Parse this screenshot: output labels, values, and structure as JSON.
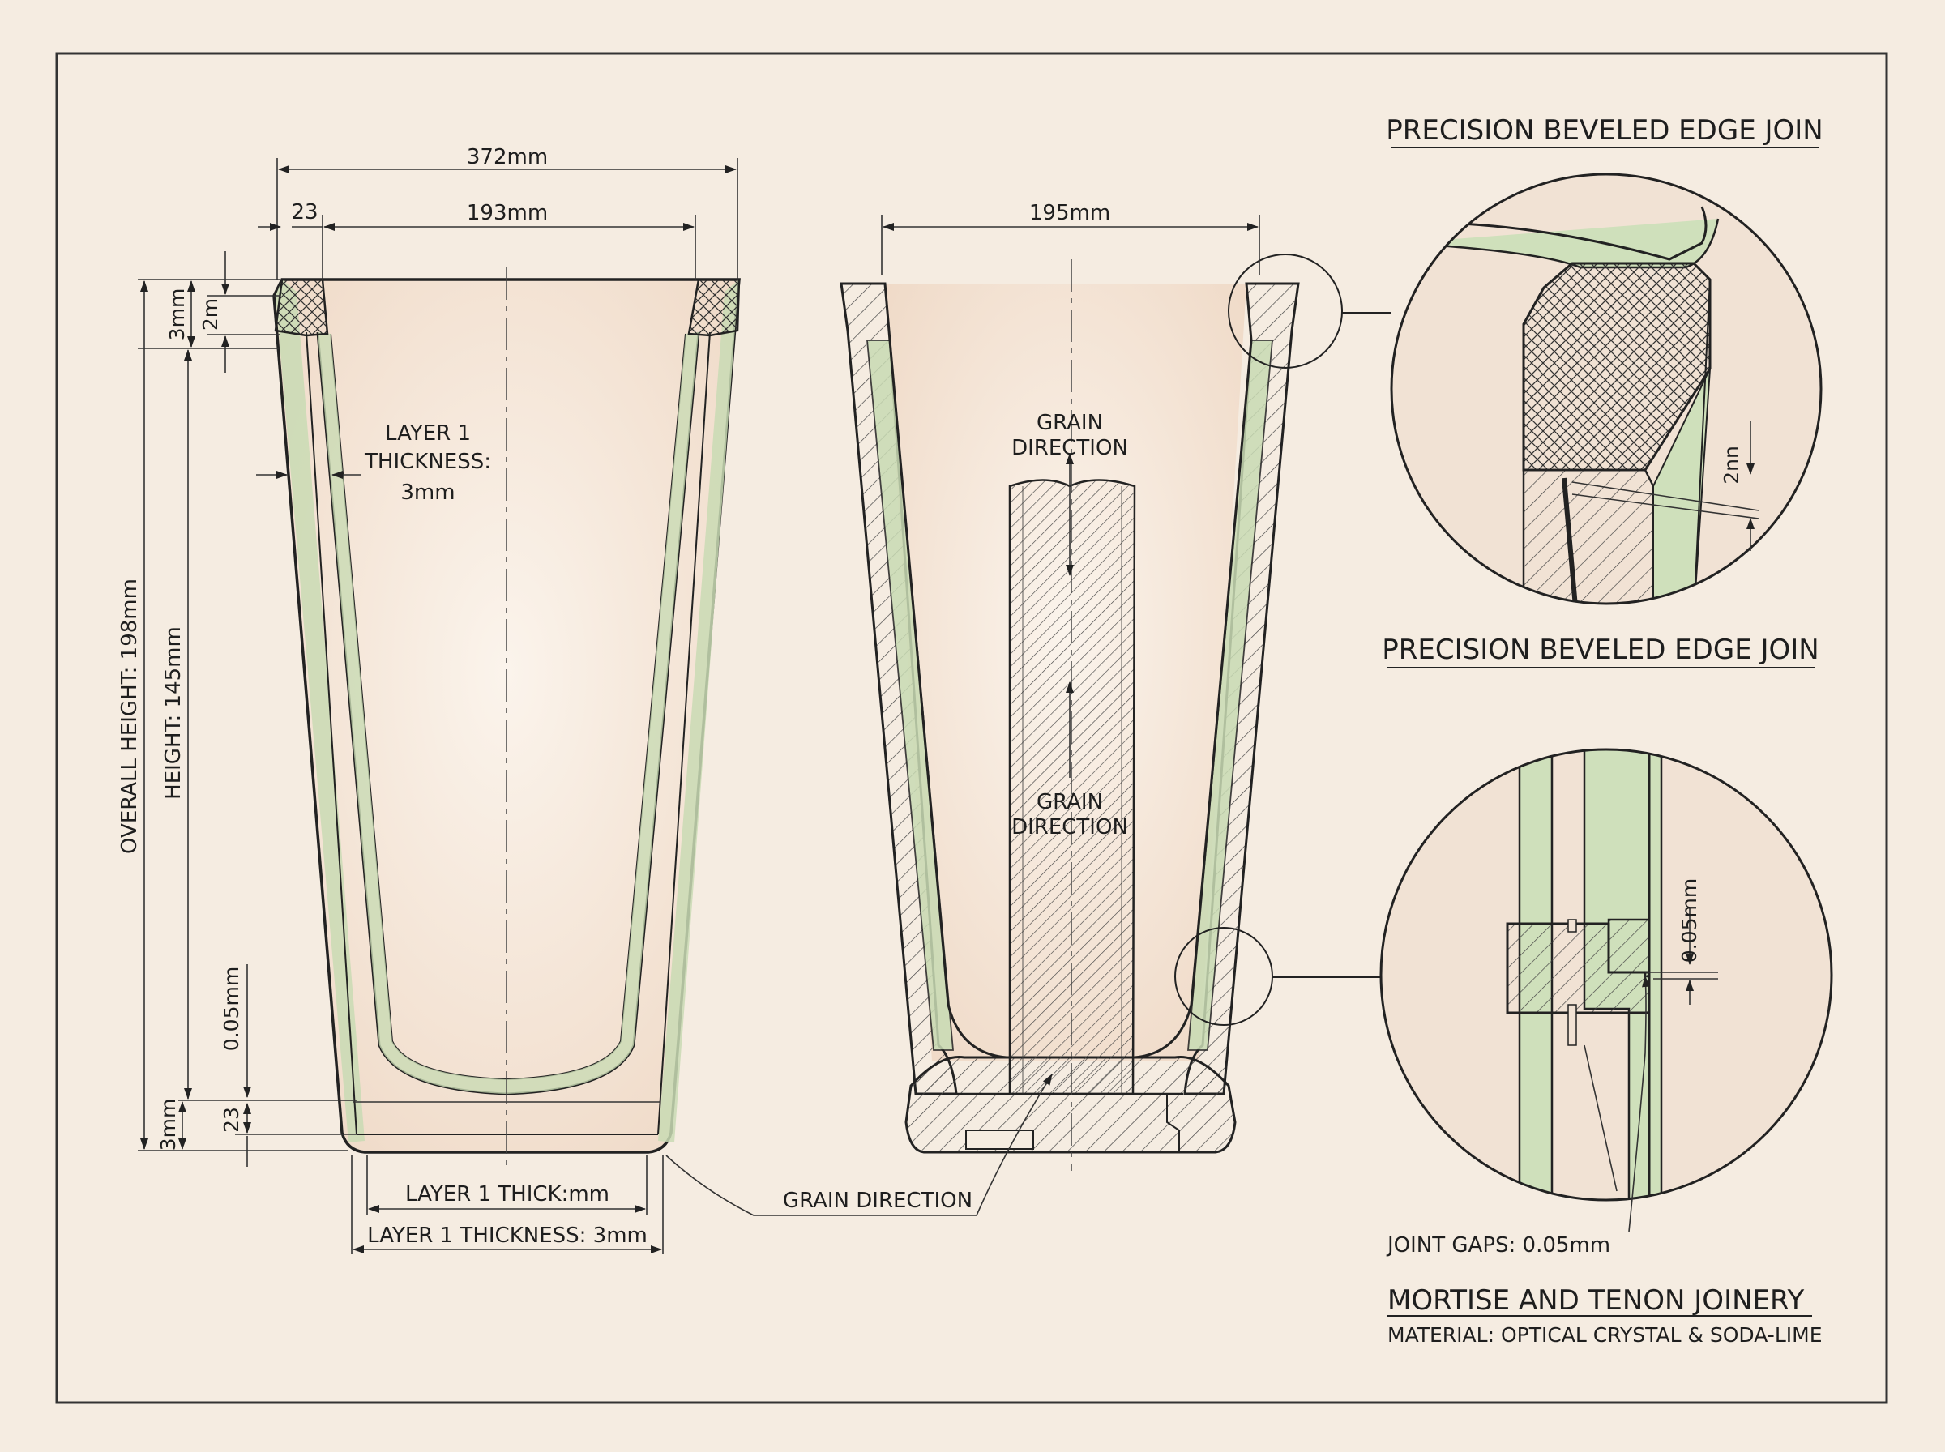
{
  "colors": {
    "paper": "#f5ece1",
    "ink": "#222222",
    "glass_green": "#c9dbb4",
    "glass_tint": "#efdccb"
  },
  "left_view": {
    "dims": {
      "top_width": "372mm",
      "wall_small": "23",
      "inner_width": "193mm",
      "rim_3mm": "3mm",
      "rim_2m": "2m",
      "overall_height": "OVERALL HEIGHT: 198mm",
      "height": "HEIGHT: 145mm",
      "bottom_gap": "0.05mm",
      "bottom_23": "23",
      "bottom_3mm": "3mm",
      "bottom_thick_a": "LAYER 1 THICK:mm",
      "bottom_thick_b": "LAYER 1 THICKNESS: 3mm"
    },
    "layer_label": {
      "line1": "LAYER 1",
      "line2": "THICKNESS:",
      "line3": "3mm"
    }
  },
  "middle_view": {
    "top_width": "195mm",
    "grain_upper": {
      "line1": "GRAIN",
      "line2": "DIRECTION"
    },
    "grain_lower": {
      "line1": "GRAIN",
      "line2": "DIRECTION"
    },
    "grain_callout": "GRAIN DIRECTION"
  },
  "detail_top": {
    "title": "PRECISION BEVELED EDGE JOIN",
    "caption": "PRECISION BEVELED EDGE JOIN",
    "dim": "2nn"
  },
  "detail_bottom": {
    "dim": "0.05mm",
    "joint_gaps": "JOINT GAPS: 0.05mm",
    "title": "MORTISE AND TENON JOINERY",
    "material": "MATERIAL: OPTICAL CRYSTAL & SODA-LIME"
  }
}
